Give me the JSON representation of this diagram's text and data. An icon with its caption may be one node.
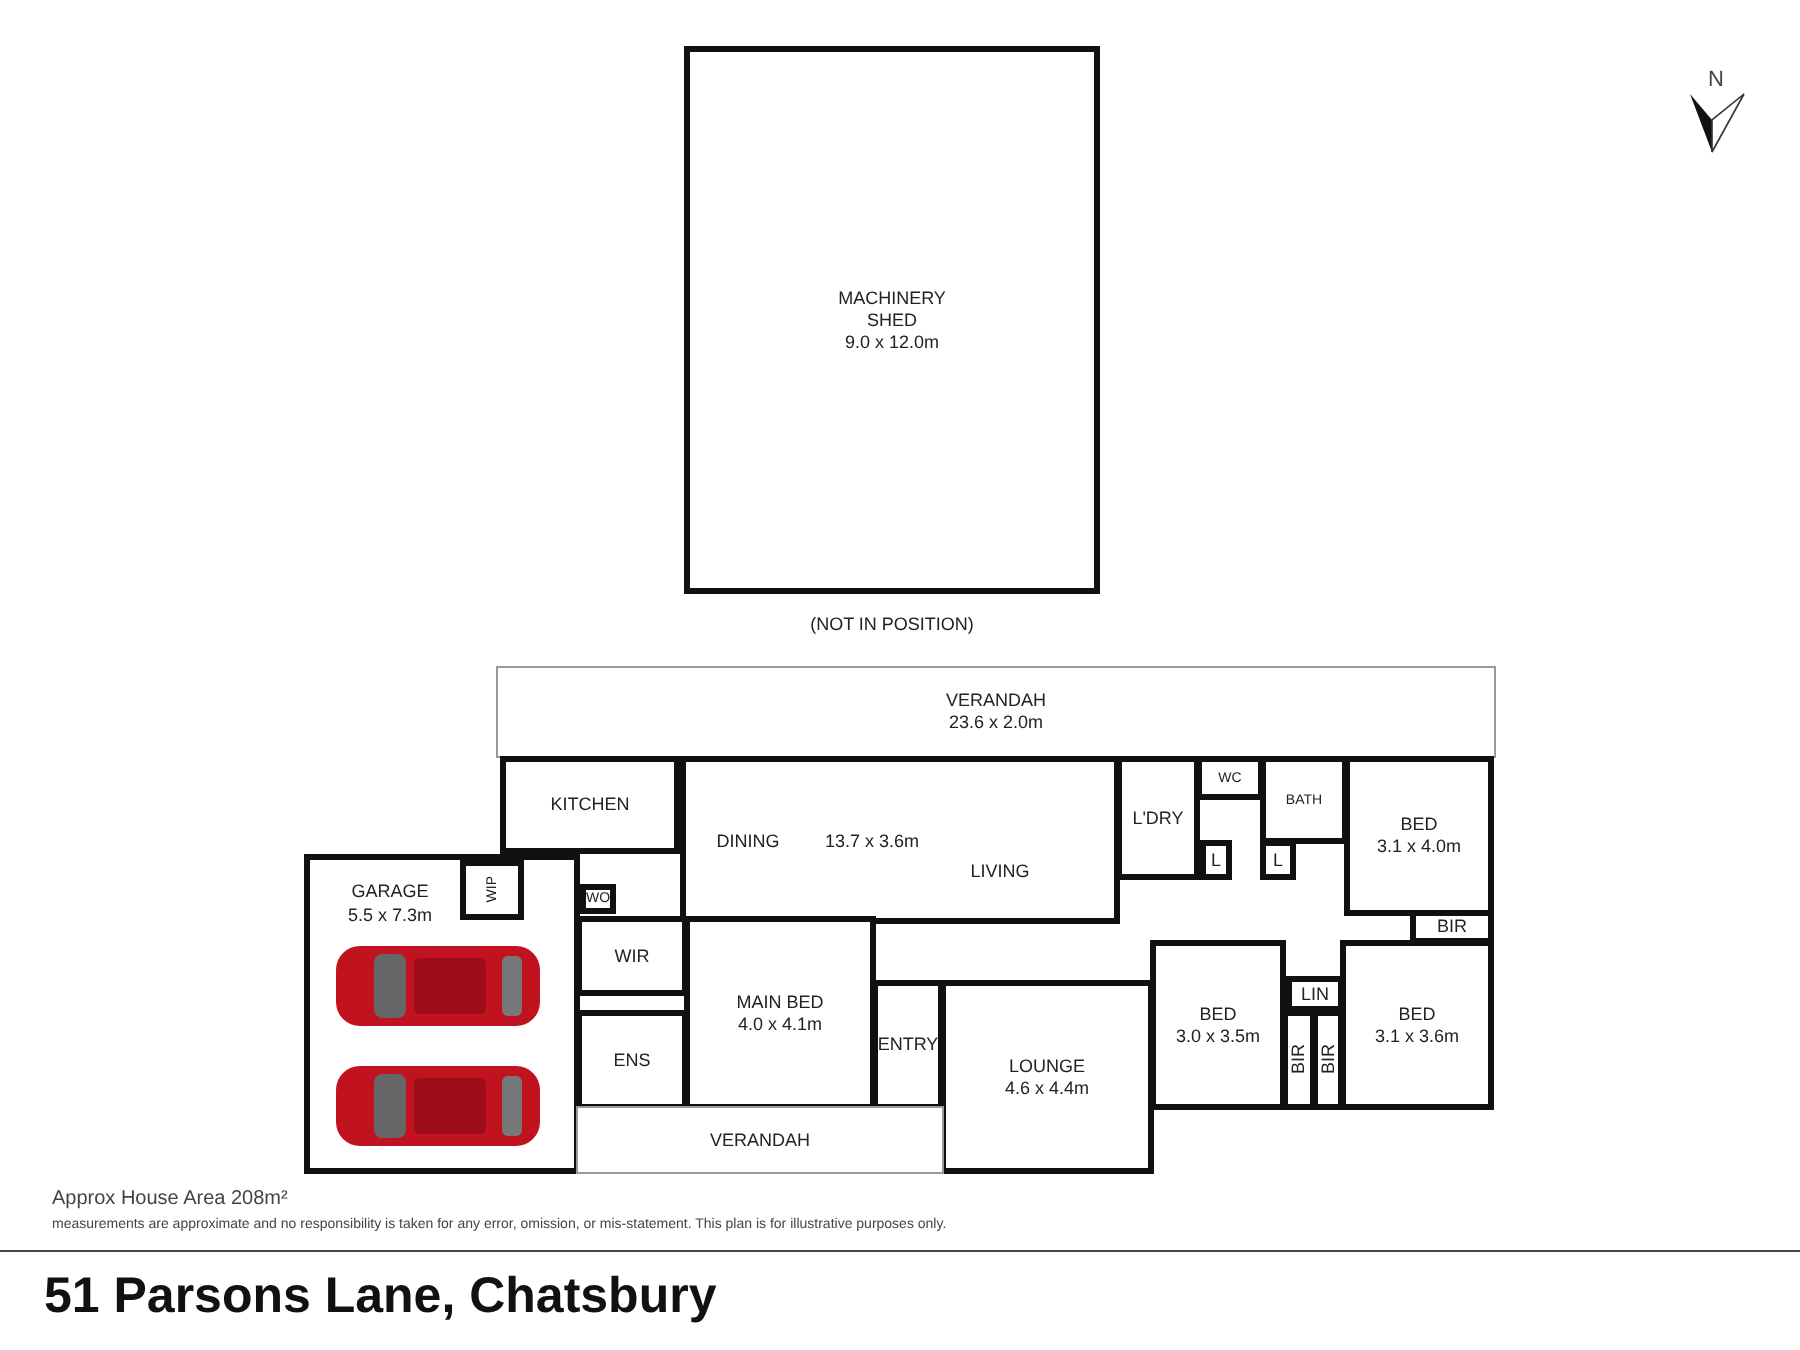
{
  "diagram": {
    "title": "51 Parsons Lane, Chatsbury",
    "nodes": [
      {
        "text": [
          "MACHINERY SHED",
          "9.0 x 12.0m"
        ],
        "beside": [
          "(NOT IN POSITION)"
        ]
      },
      {
        "text": [
          "VERANDAH",
          "23.6 x 2.0m"
        ]
      },
      {
        "text": [
          "KITCHEN"
        ]
      },
      {
        "text": [
          "DINING",
          "13.7 x 3.6m",
          "LIVING"
        ]
      },
      {
        "text": [
          "L'DRY"
        ]
      },
      {
        "text": [
          "WC"
        ]
      },
      {
        "text": [
          "BATH"
        ]
      },
      {
        "text": [
          "L"
        ]
      },
      {
        "text": [
          "L"
        ]
      },
      {
        "text": [
          "BED",
          "3.1 x 4.0m"
        ]
      },
      {
        "text": [
          "BIR"
        ]
      },
      {
        "text": [
          "GARAGE",
          "5.5 x 7.3m"
        ]
      },
      {
        "text": [
          "WIP"
        ],
        "in": 11
      },
      {
        "text": [
          "WO"
        ]
      },
      {
        "text": [
          "WIR"
        ]
      },
      {
        "text": [
          "MAIN BED",
          "4.0 x 4.1m"
        ]
      },
      {
        "text": [
          "ENS"
        ]
      },
      {
        "text": [
          "ENTRY"
        ]
      },
      {
        "text": [
          "LOUNGE",
          "4.6 x 4.4m"
        ]
      },
      {
        "text": [
          "BED",
          "3.0 x 3.5m"
        ]
      },
      {
        "text": [
          "LIN"
        ]
      },
      {
        "text": [
          "BIR"
        ]
      },
      {
        "text": [
          "BIR"
        ]
      },
      {
        "text": [
          "BED",
          "3.1 x 3.6m"
        ]
      },
      {
        "text": [
          "VERANDAH"
        ]
      }
    ],
    "edges": [],
    "labels": [
      "N",
      "Approx House Area 208m²",
      "measurements are approximate and no responsibility is taken for any error, omission, or mis-statement. This plan is for illustrative purposes only."
    ]
  }
}
